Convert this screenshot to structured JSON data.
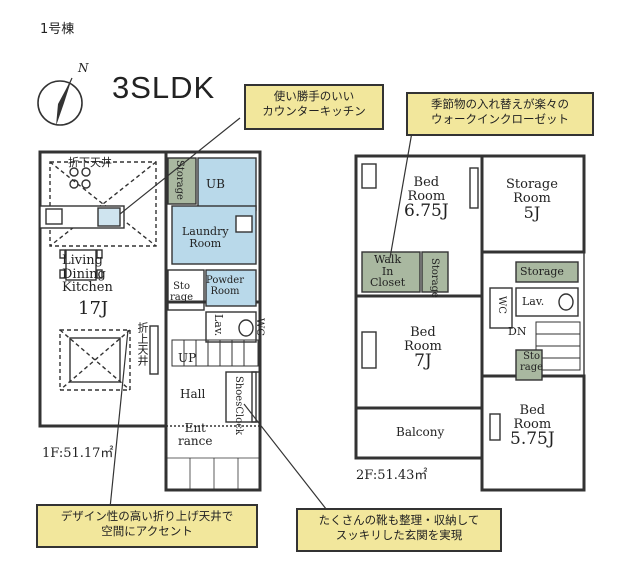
{
  "header": {
    "building": "1号棟",
    "title": "3SLDK"
  },
  "compass": {
    "north_label": "N"
  },
  "callouts": {
    "kitchen": [
      "使い勝手のいい",
      "カウンターキッチン"
    ],
    "closet": [
      "季節物の入れ替えが楽々の",
      "ウォークインクローゼット"
    ],
    "ceiling": [
      "デザイン性の高い折り上げ天井で",
      "空間にアクセント"
    ],
    "entrance": [
      "たくさんの靴も整理・収納して",
      "スッキリした玄関を実現"
    ]
  },
  "floor1": {
    "area": "1F:51.17㎡",
    "ceiling_lowered": "折下天井",
    "ceiling_raised": "折上天井",
    "ldk": [
      "Living",
      "Dining",
      "Kitchen",
      "17J"
    ],
    "storage": "Storage",
    "ub": "UB",
    "laundry": [
      "Laundry",
      "Room"
    ],
    "sto_rage": [
      "Sto",
      "rage"
    ],
    "powder": [
      "Powder",
      "Room"
    ],
    "lav": "Lav.",
    "wc": "WC",
    "up": "UP",
    "hall": "Hall",
    "shoes_clock": [
      "Shoes",
      "Clock"
    ],
    "entrance": [
      "Ent",
      "rance"
    ]
  },
  "floor2": {
    "area": "2F:51.43㎡",
    "bed1": [
      "Bed",
      "Room",
      "6.75J"
    ],
    "storage_room": [
      "Storage",
      "Room",
      "5J"
    ],
    "walk_in": [
      "Walk",
      "In",
      "Closet"
    ],
    "sto_rage": [
      "Sto",
      "rage"
    ],
    "storage": "Storage",
    "lav": "Lav.",
    "wc": "WC",
    "dn": "DN",
    "bed2": [
      "Bed",
      "Room",
      "7J"
    ],
    "bed3": [
      "Bed",
      "Room",
      "5.75J"
    ],
    "balcony": "Balcony",
    "sto_rage2": [
      "Sto",
      "rage"
    ]
  },
  "colors": {
    "wet_area": "#b9d9ea",
    "storage": "#a9b8a0",
    "callout": "#f2e79c",
    "wall": "#333333"
  }
}
